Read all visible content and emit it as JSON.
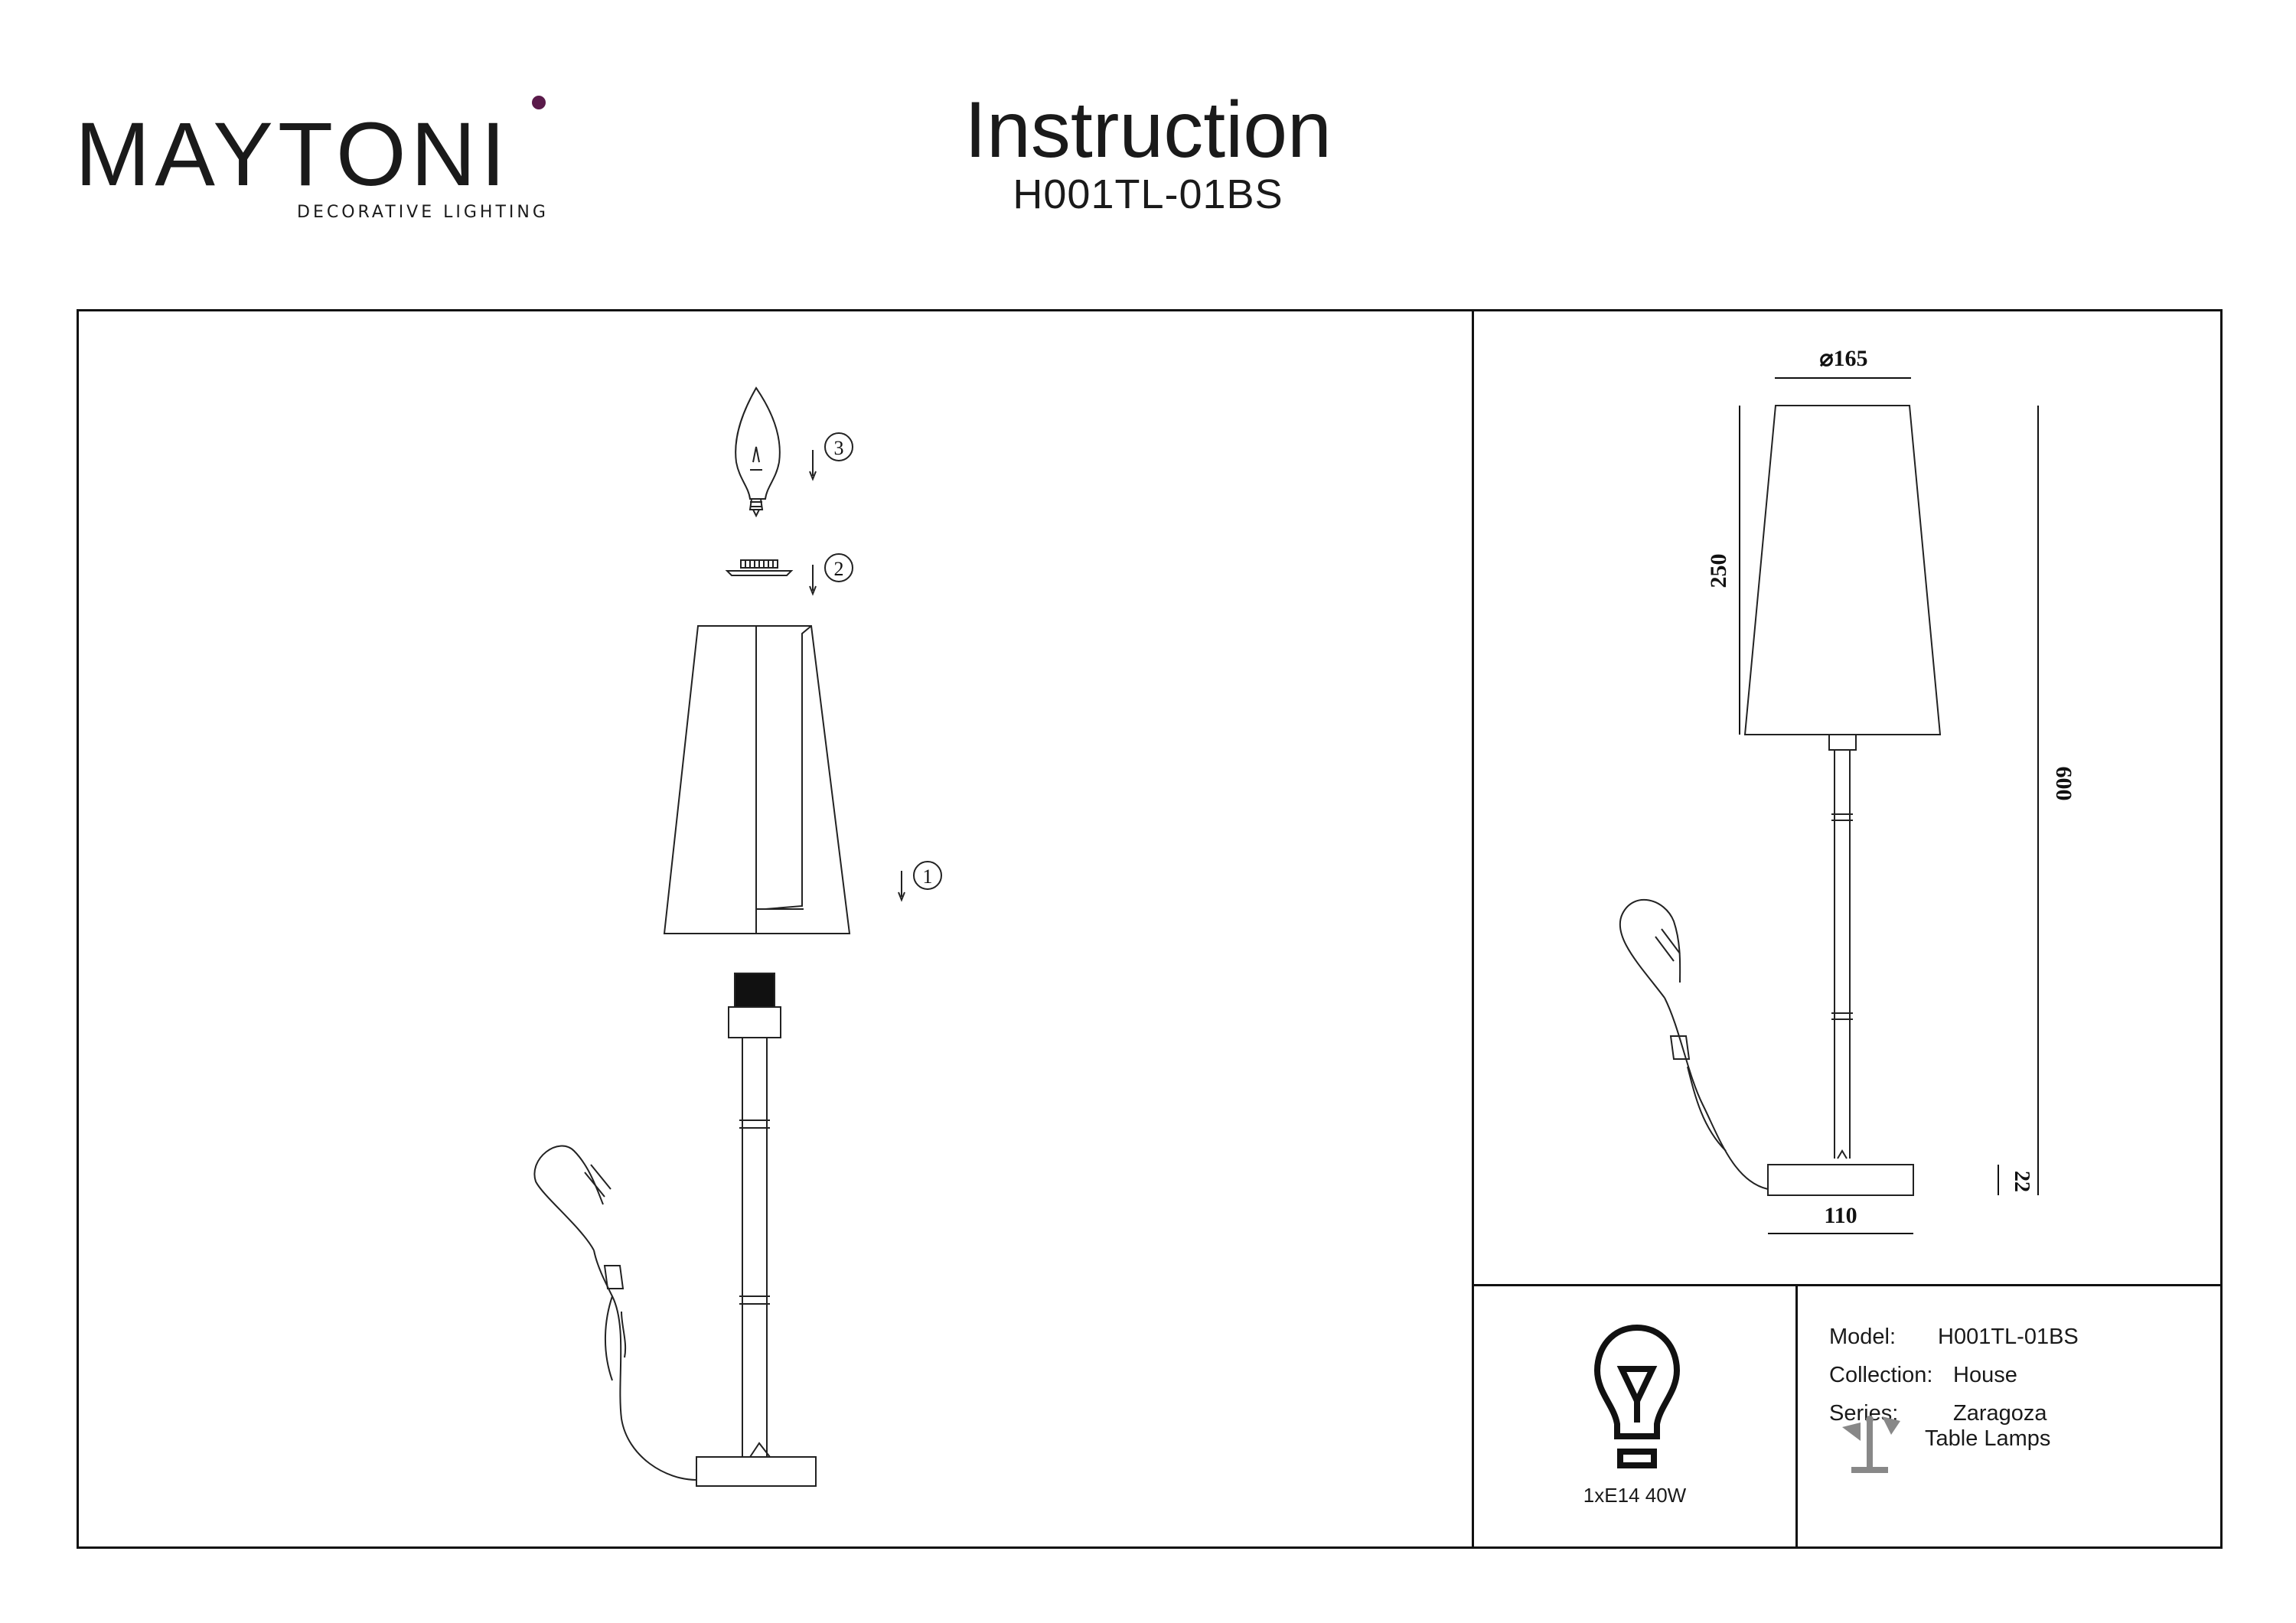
{
  "brand": {
    "name": "MAYTONI",
    "tagline": "DECORATIVE LIGHTING",
    "accent_color": "#5a1a4a"
  },
  "header": {
    "title": "Instruction",
    "model": "H001TL-01BS"
  },
  "assembly": {
    "steps": [
      "3",
      "2",
      "1"
    ],
    "icons": [
      "light-bulb-icon",
      "ring-nut-icon",
      "lampshade-icon",
      "lamp-base-icon"
    ]
  },
  "dimensions": {
    "shade_diameter": "⌀165",
    "shade_height": "250",
    "total_height": "600",
    "base_height": "22",
    "base_width": "110"
  },
  "lamp_spec": {
    "bulb": "1xE14 40W"
  },
  "specs": {
    "model_label": "Model:",
    "model_value": "H001TL-01BS",
    "collection_label": "Collection:",
    "collection_value": "House",
    "series_label": "Series:",
    "series_value": "Zaragoza",
    "type_value": "Table Lamps"
  }
}
